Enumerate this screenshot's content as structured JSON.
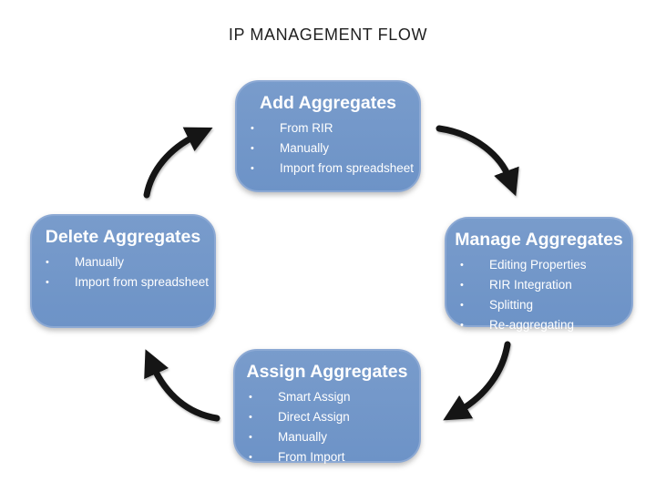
{
  "title": "IP MANAGEMENT FLOW",
  "colors": {
    "background": "#FFFFFF",
    "title-color": "#1F1F1F",
    "box-fill": "#6D93C7",
    "box-border": "#8CA9D4",
    "box-text": "#FFFFFF",
    "arrow-color": "#151515"
  },
  "boxes": [
    {
      "title": "Add Aggregates",
      "items": [
        "From RIR",
        "Manually",
        "Import from spreadsheet"
      ]
    },
    {
      "title": "Manage Aggregates",
      "items": [
        "Editing Properties",
        "RIR Integration",
        "Splitting",
        "Re-aggregating"
      ]
    },
    {
      "title": "Assign Aggregates",
      "items": [
        "Smart Assign",
        "Direct Assign",
        "Manually",
        "From Import"
      ]
    },
    {
      "title": "Delete Aggregates",
      "items": [
        "Manually",
        "Import from spreadsheet"
      ]
    }
  ]
}
